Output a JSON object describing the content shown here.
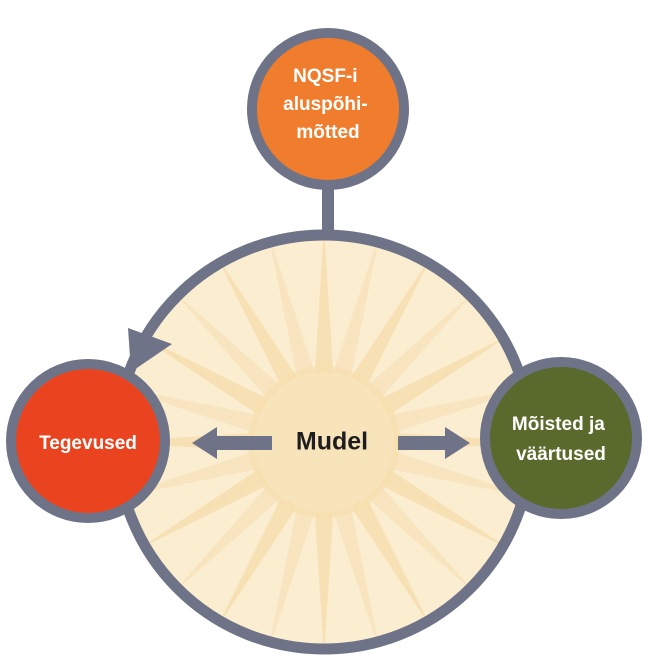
{
  "diagram": {
    "center": {
      "label": "Mudel",
      "fill_color": "#faedd0",
      "star_color": "#f6ddae",
      "border_color": "#6f7387"
    },
    "nodes": [
      {
        "id": "top",
        "lines": [
          "NQSF-i",
          "aluspõhi-",
          "mõtted"
        ],
        "fill_color": "#f07d2d"
      },
      {
        "id": "left",
        "lines": [
          "Tegevused"
        ],
        "fill_color": "#e9441f"
      },
      {
        "id": "right",
        "lines": [
          "Mõisted ja",
          "väärtused"
        ],
        "fill_color": "#5a6a2c"
      }
    ],
    "connector_color": "#6f7387"
  }
}
